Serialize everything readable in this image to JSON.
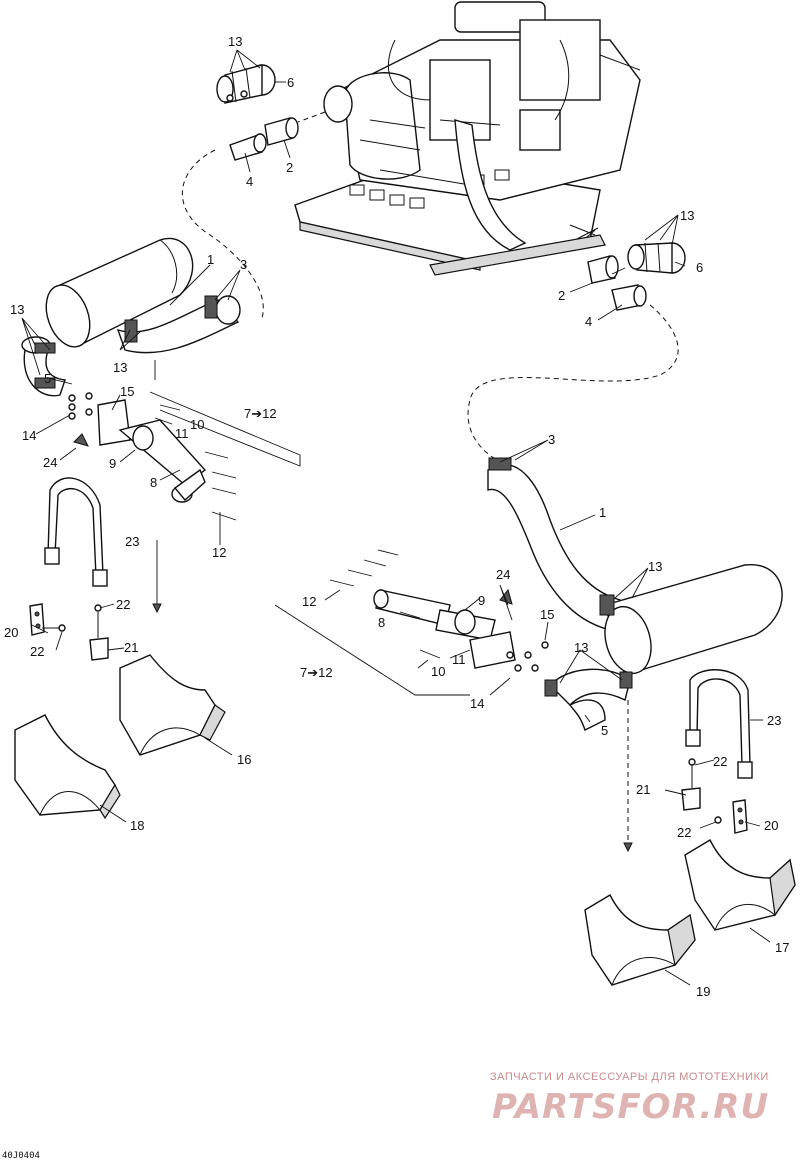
{
  "diagram_code": "40J0404",
  "watermark": {
    "line1": "ЗАПЧАСТИ И АКСЕССУАРЫ ДЛЯ МОТОТЕХНИКИ",
    "line2": "PARTSFOR.RU"
  },
  "callouts": {
    "c1": "1",
    "c2": "2",
    "c3": "3",
    "c4": "4",
    "c5": "5",
    "c6": "6",
    "c8": "8",
    "c9": "9",
    "c10": "10",
    "c11": "11",
    "c12": "12",
    "c13": "13",
    "c14": "14",
    "c15": "15",
    "c16": "16",
    "c17": "17",
    "c18": "18",
    "c19": "19",
    "c20": "20",
    "c21": "21",
    "c22": "22",
    "c23": "23",
    "c24": "24",
    "range": "7➔12"
  }
}
